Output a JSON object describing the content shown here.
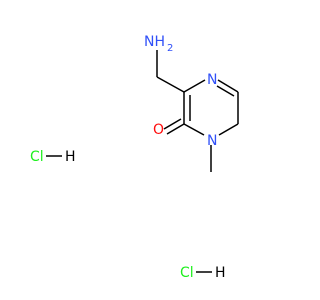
{
  "structure": {
    "atoms": {
      "amine": "NH",
      "amine_h": "2",
      "ring_n_top": "N",
      "ring_n_bottom": "N",
      "carbonyl_o": "O"
    },
    "salts": [
      {
        "cl": "Cl",
        "h": "H"
      },
      {
        "cl": "Cl",
        "h": "H"
      }
    ],
    "colors": {
      "carbon": "#000000",
      "nitrogen": "#3050f8",
      "oxygen": "#ff0d0d",
      "chlorine": "#1ff01f"
    }
  }
}
